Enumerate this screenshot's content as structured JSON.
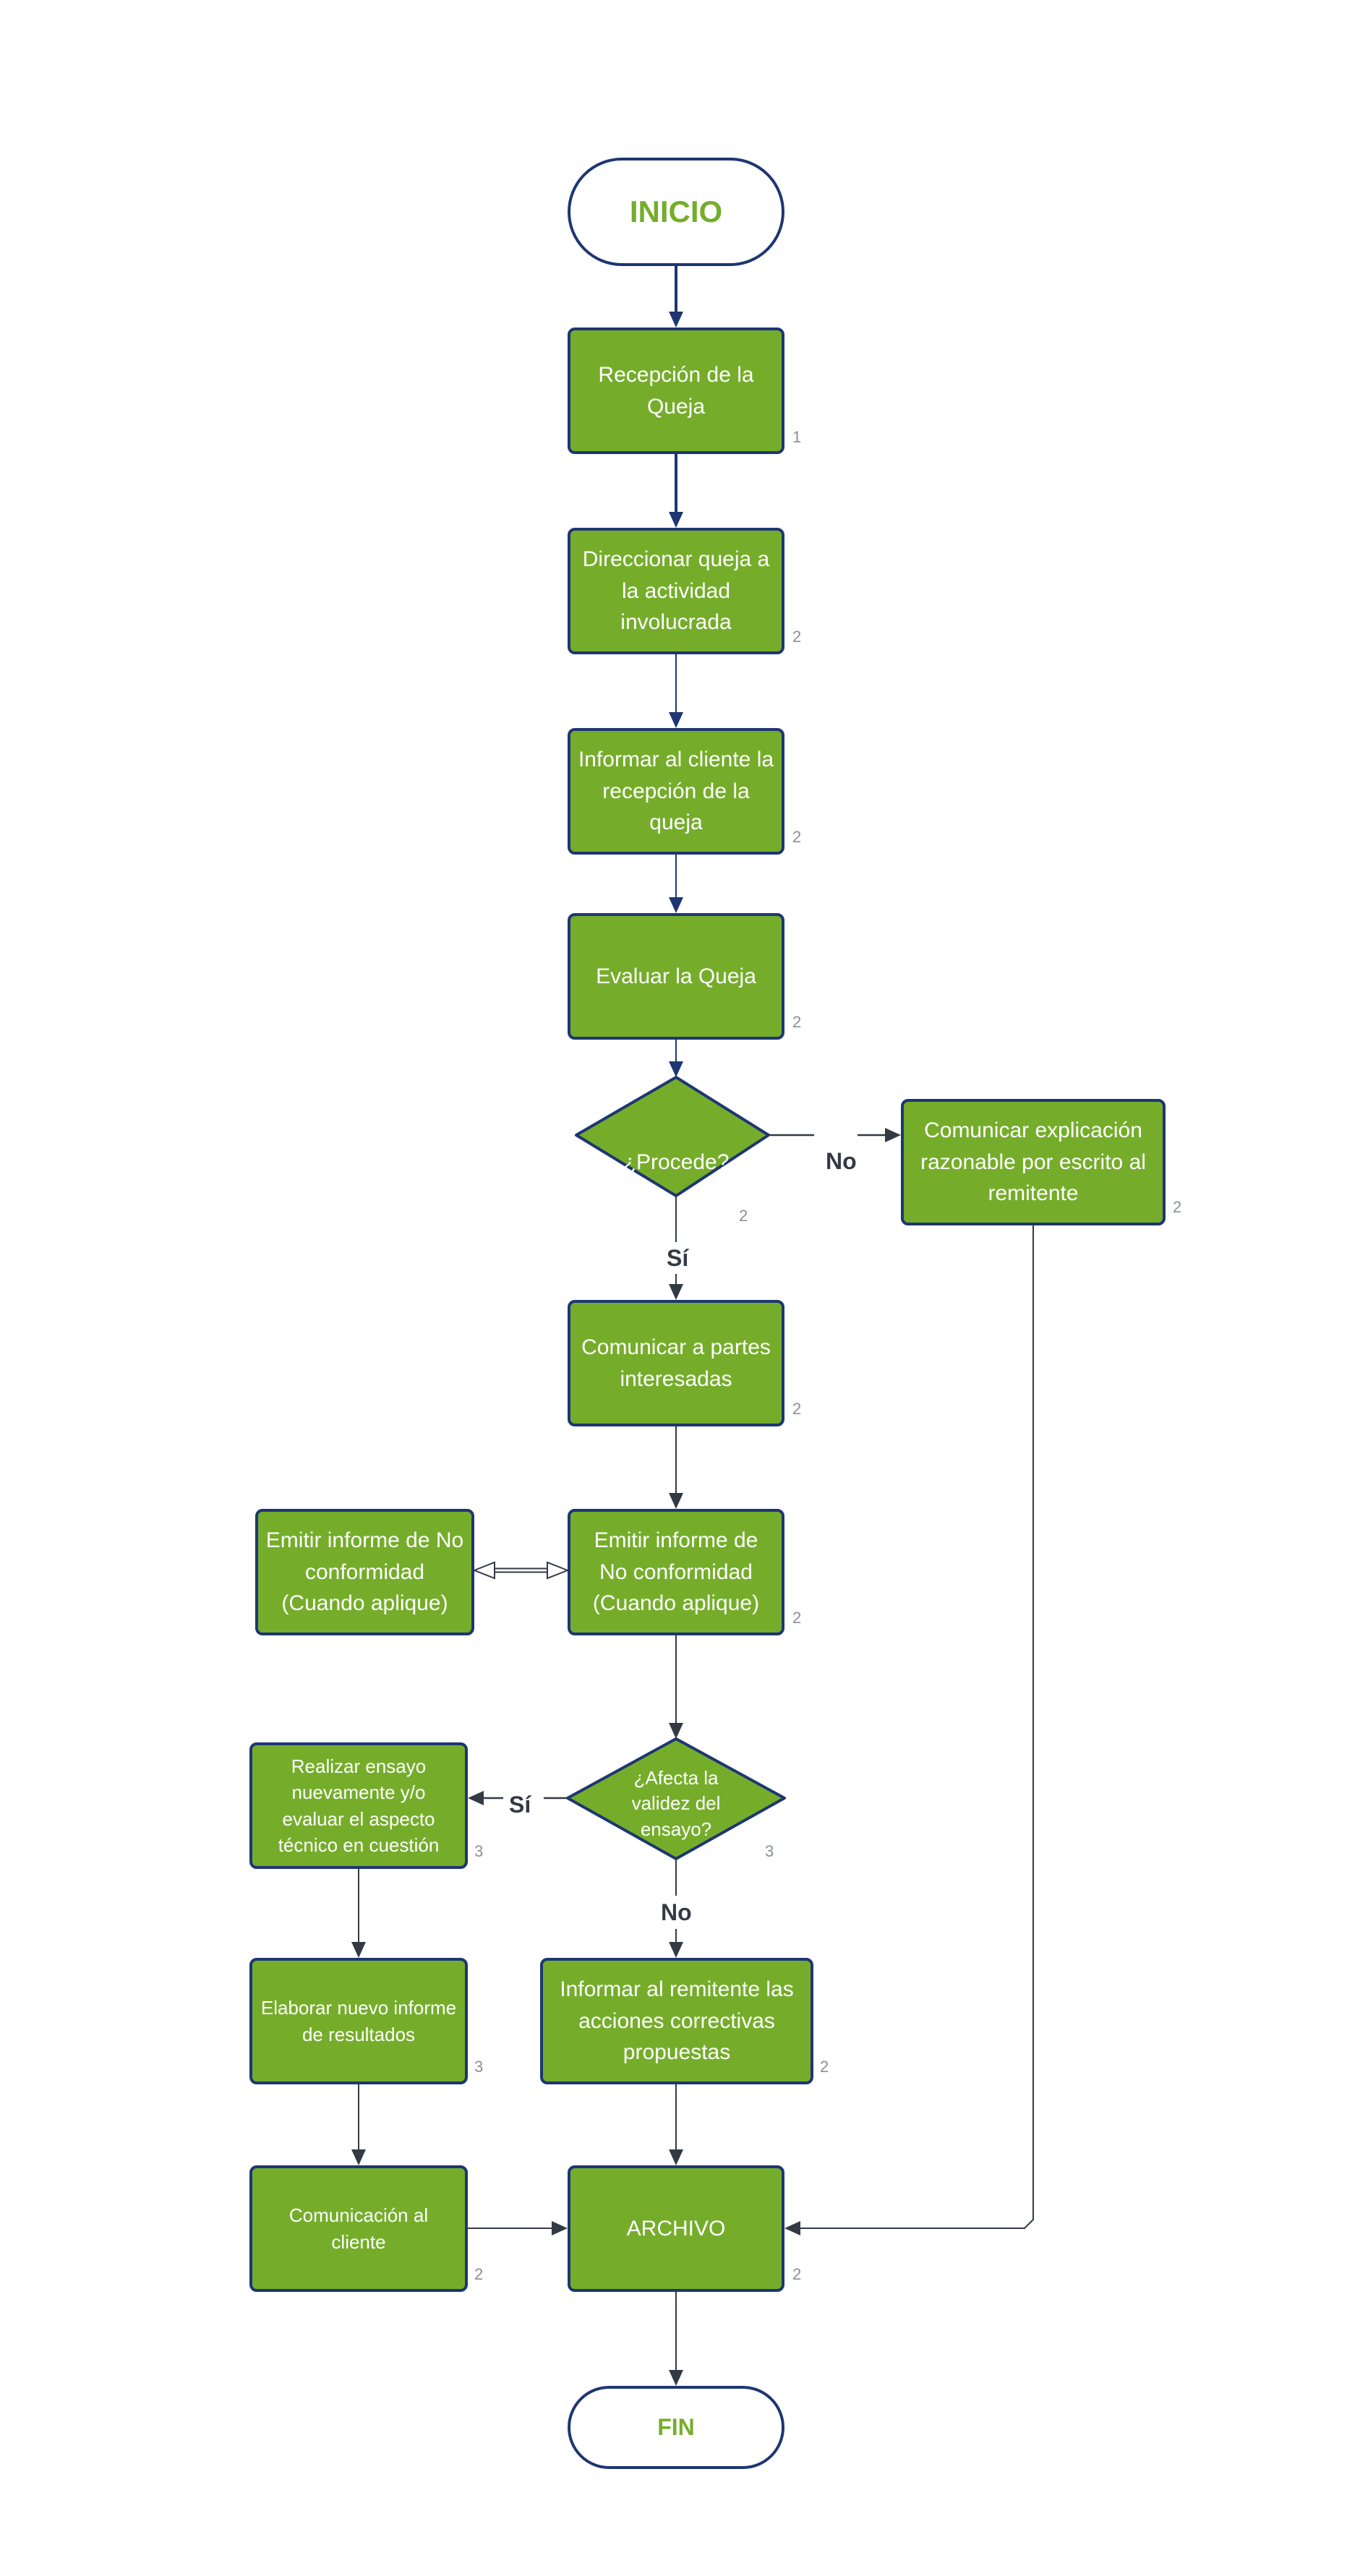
{
  "colors": {
    "fill": "#75ad2b",
    "border": "#1e3672",
    "main_arrow": "#1e3672",
    "connector": "#333a44",
    "step_number": "#8a8f99"
  },
  "start": {
    "label": "INICIO"
  },
  "end": {
    "label": "FIN"
  },
  "steps": {
    "recepcion": {
      "text": "Recepción de la Queja",
      "num": "1"
    },
    "direccionar": {
      "text": "Direccionar queja a la actividad involucrada",
      "num": "2"
    },
    "informar_cliente": {
      "text": "Informar al cliente la recepción de la queja",
      "num": "2"
    },
    "evaluar": {
      "text": "Evaluar la Queja",
      "num": "2"
    },
    "comunicar_explicacion": {
      "text": "Comunicar explicación razonable por escrito al remitente",
      "num": "2"
    },
    "comunicar_partes": {
      "text": "Comunicar a partes interesadas",
      "num": "2"
    },
    "emitir_left": {
      "text": "Emitir informe de No conformidad (Cuando aplique)"
    },
    "emitir_main": {
      "text": "Emitir informe de No conformidad (Cuando aplique)",
      "num": "2"
    },
    "realizar_ensayo": {
      "text": "Realizar ensayo nuevamente y/o evaluar el aspecto técnico en cuestión",
      "num": "3"
    },
    "elaborar": {
      "text": "Elaborar nuevo informe de resultados",
      "num": "3"
    },
    "comunicacion_cliente": {
      "text": "Comunicación al cliente",
      "num": "2"
    },
    "informar_remitente": {
      "text": "Informar al remitente las acciones correctivas propuestas",
      "num": "2"
    },
    "archivo": {
      "text": "ARCHIVO",
      "num": "2"
    }
  },
  "decisions": {
    "procede": {
      "text": "¿Procede?",
      "num": "2",
      "yes": "Sí",
      "no": "No"
    },
    "afecta": {
      "text": "¿Afecta la validez del ensayo?",
      "num": "3",
      "yes": "Sí",
      "no": "No"
    }
  }
}
